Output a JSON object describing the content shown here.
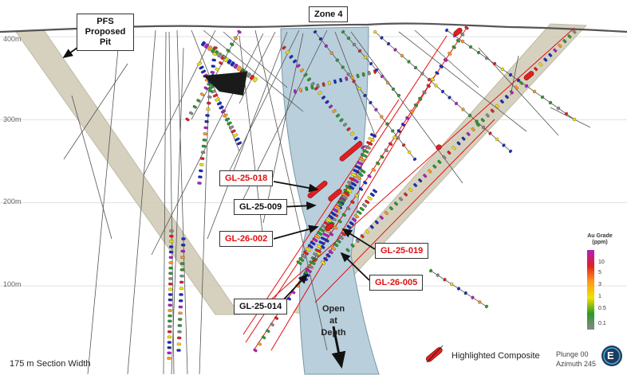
{
  "elevations": [
    {
      "label": "400m",
      "value": 400
    },
    {
      "label": "300m",
      "value": 300
    },
    {
      "label": "200m",
      "value": 200
    },
    {
      "label": "100m",
      "value": 100
    }
  ],
  "zone_label": "Zone 4",
  "pit_label": "PFS\nProposed Pit",
  "holes": {
    "gl_25_018": "GL-25-018",
    "gl_25_009": "GL-25-009",
    "gl_26_002": "GL-26-002",
    "gl_25_019": "GL-25-019",
    "gl_26_005": "GL-26-005",
    "gl_25_014": "GL-25-014"
  },
  "open_at_depth": "Open at\nDepth",
  "section_width": "175 m Section Width",
  "highlighted_composite": "Highlighted Composite",
  "plunge": "Plunge 00",
  "azimuth": "Azimuth 245",
  "logo_text": "E",
  "legend": {
    "title": "Au Grade\n(ppm)",
    "ticks": [
      {
        "label": "10",
        "value": 10,
        "color": "#b020c0"
      },
      {
        "label": "5",
        "value": 5,
        "color": "#e02020"
      },
      {
        "label": "3",
        "value": 3,
        "color": "#ff9a1a"
      },
      {
        "label": "1",
        "value": 1,
        "color": "#f2e200"
      },
      {
        "label": "0.5",
        "value": 0.5,
        "color": "#2a9a2a"
      },
      {
        "label": "0.1",
        "value": 0.1,
        "color": "#888888"
      }
    ]
  },
  "colors": {
    "zone_fill": "#b9cfdb",
    "pit_fill": "#cfcab4",
    "composite": "#e02020",
    "red_trace": "#e01010"
  }
}
